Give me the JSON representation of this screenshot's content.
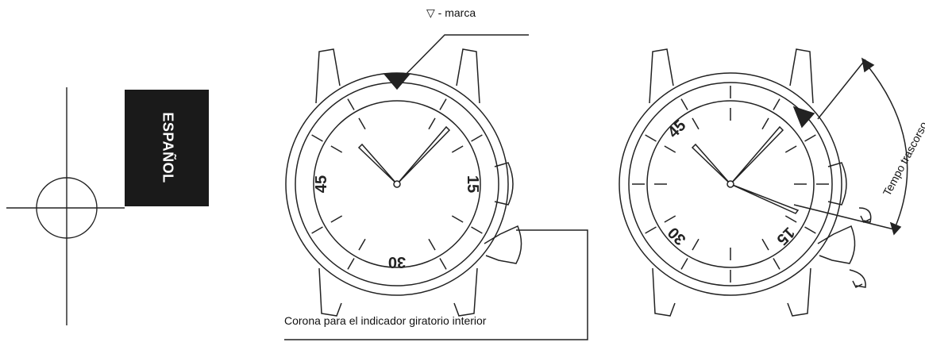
{
  "page": {
    "language_tab": "ESPAÑOL"
  },
  "labels": {
    "marker": "▽ - marca",
    "crown": "Corona para el indicador giratorio interior",
    "elapsed": "Tempo trascorso"
  },
  "watch_left": {
    "dial_numbers": [
      "15",
      "30",
      "45"
    ]
  },
  "watch_right": {
    "dial_numbers": [
      "15",
      "30",
      "45"
    ]
  },
  "colors": {
    "line": "#222222",
    "tab": "#1a1a1a",
    "tab_text": "#ffffff"
  }
}
